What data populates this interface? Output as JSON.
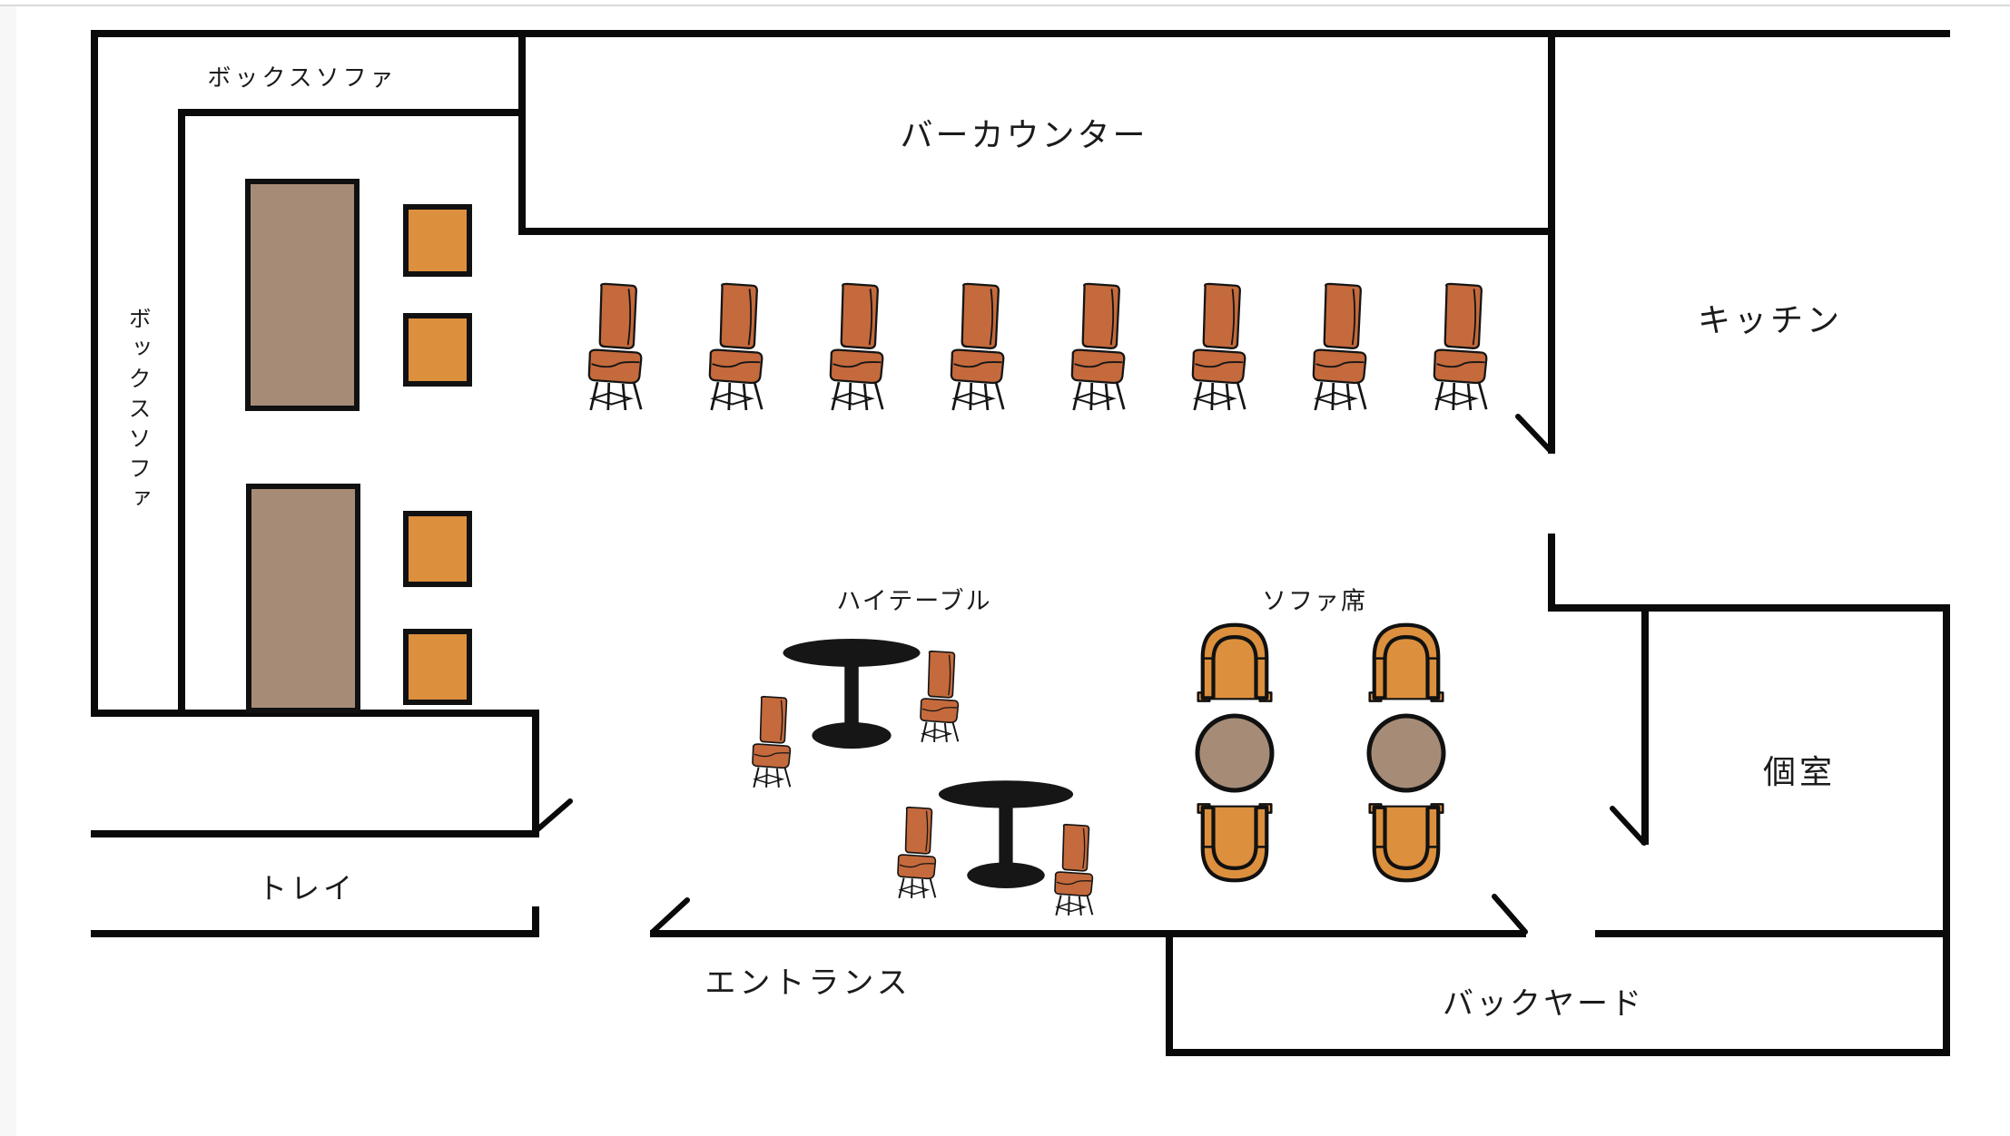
{
  "diagram_type": "restaurant-floor-plan",
  "labels": {
    "box_sofa_top": "ボックスソファ",
    "box_sofa_left": "ボックスソファ",
    "bar_counter": "バーカウンター",
    "kitchen": "キッチン",
    "private_room": "個室",
    "high_table": "ハイテーブル",
    "sofa_seat": "ソファ席",
    "tray": "トレイ",
    "entrance": "エントランス",
    "backyard": "バックヤード"
  },
  "colors": {
    "wall": "#0a0a0a",
    "stool_orange": "#c56a3c",
    "seat_orange": "#dc8f3d",
    "table_taupe": "#a68c77",
    "high_table_black": "#161616",
    "text": "#1b1b1b"
  },
  "furniture_counts": {
    "bar_stools": 8,
    "box_sofa_tables": 2,
    "box_sofa_seat_cushions": 4,
    "high_tables": 2,
    "high_table_chairs": 4,
    "sofa_armchairs": 4,
    "sofa_round_tables": 2
  }
}
